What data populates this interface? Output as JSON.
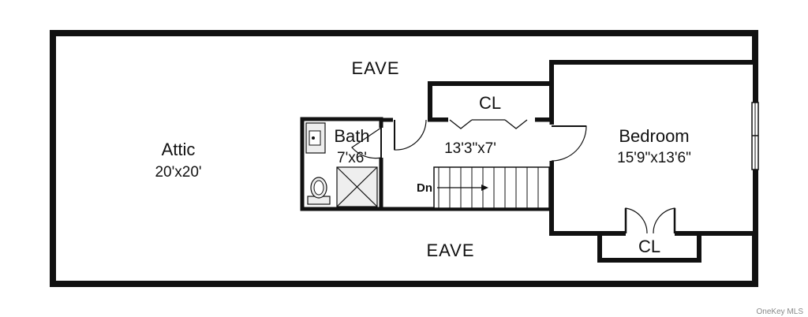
{
  "rooms": {
    "attic": {
      "name": "Attic",
      "dims": "20'x20'"
    },
    "bath": {
      "name": "Bath",
      "dims": "7'x6'"
    },
    "hall": {
      "dims": "13'3\"x7'"
    },
    "bedroom": {
      "name": "Bedroom",
      "dims": "15'9\"x13'6\""
    }
  },
  "labels": {
    "eave_top": "EAVE",
    "eave_bottom": "EAVE",
    "closet_top": "CL",
    "closet_bedroom": "CL",
    "stairs_down": "Dn"
  },
  "watermark": "OneKey MLS"
}
